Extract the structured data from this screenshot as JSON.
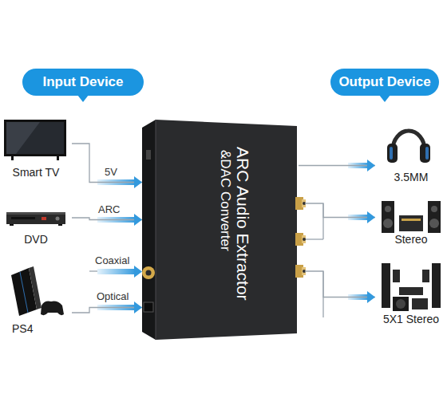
{
  "diagram": {
    "nodes": [
      {
        "text": [
          "Input Device"
        ]
      },
      {
        "text": [
          "Output Device"
        ]
      },
      {
        "text": [
          "Smart TV"
        ]
      },
      {
        "text": [
          "DVD"
        ]
      },
      {
        "text": [
          "PS4"
        ]
      },
      {
        "text": [
          "ARC Audio Extractor",
          "&DAC Converter"
        ]
      },
      {
        "text": [
          "3.5MM"
        ]
      },
      {
        "text": [
          "Stereo"
        ]
      },
      {
        "text": [
          "5X1 Stereo"
        ]
      }
    ],
    "edges": [
      {
        "from": 2,
        "to": 5,
        "arrow": "to"
      },
      {
        "from": 3,
        "to": 5,
        "arrow": "to"
      },
      {
        "from": 4,
        "to": 5,
        "arrow": "to"
      },
      {
        "from": 5,
        "to": 6,
        "arrow": "to"
      },
      {
        "from": 5,
        "to": 7,
        "arrow": "to"
      },
      {
        "from": 5,
        "to": 8,
        "arrow": "to"
      }
    ],
    "labels": [
      "5V",
      "ARC",
      "Coaxial",
      "Optical"
    ]
  }
}
